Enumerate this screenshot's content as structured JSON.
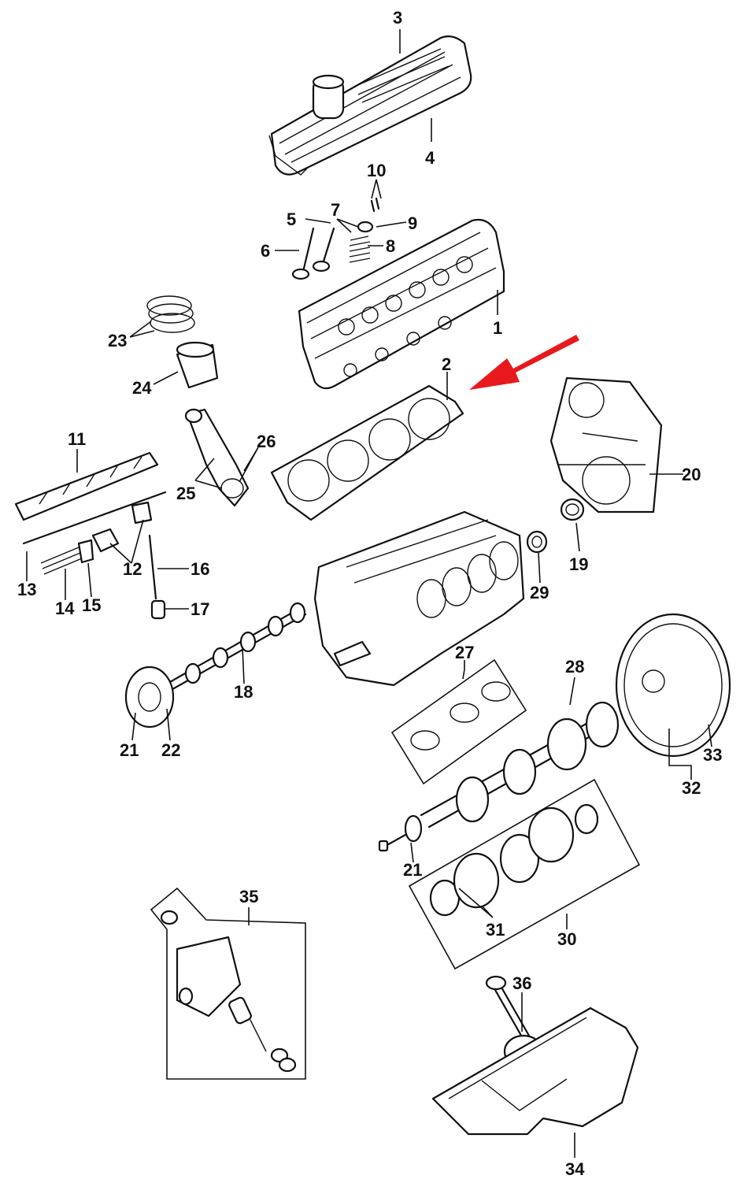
{
  "colors": {
    "line": "#111111",
    "arrow": "#e8191c",
    "background": "#ffffff"
  },
  "callouts": [
    {
      "id": "3",
      "text": "3"
    },
    {
      "id": "4",
      "text": "4"
    },
    {
      "id": "10",
      "text": "10"
    },
    {
      "id": "5",
      "text": "5"
    },
    {
      "id": "7",
      "text": "7"
    },
    {
      "id": "9",
      "text": "9"
    },
    {
      "id": "6",
      "text": "6"
    },
    {
      "id": "8",
      "text": "8"
    },
    {
      "id": "1",
      "text": "1"
    },
    {
      "id": "23",
      "text": "23"
    },
    {
      "id": "24",
      "text": "24"
    },
    {
      "id": "2",
      "text": "2"
    },
    {
      "id": "20",
      "text": "20"
    },
    {
      "id": "11",
      "text": "11"
    },
    {
      "id": "26",
      "text": "26"
    },
    {
      "id": "25",
      "text": "25"
    },
    {
      "id": "19",
      "text": "19"
    },
    {
      "id": "12",
      "text": "12"
    },
    {
      "id": "16",
      "text": "16"
    },
    {
      "id": "13",
      "text": "13"
    },
    {
      "id": "14",
      "text": "14"
    },
    {
      "id": "15",
      "text": "15"
    },
    {
      "id": "17",
      "text": "17"
    },
    {
      "id": "29",
      "text": "29"
    },
    {
      "id": "27",
      "text": "27"
    },
    {
      "id": "28",
      "text": "28"
    },
    {
      "id": "18",
      "text": "18"
    },
    {
      "id": "21a",
      "text": "21"
    },
    {
      "id": "22",
      "text": "22"
    },
    {
      "id": "33",
      "text": "33"
    },
    {
      "id": "32",
      "text": "32"
    },
    {
      "id": "21b",
      "text": "21"
    },
    {
      "id": "35",
      "text": "35"
    },
    {
      "id": "31",
      "text": "31"
    },
    {
      "id": "30",
      "text": "30"
    },
    {
      "id": "36",
      "text": "36"
    },
    {
      "id": "34",
      "text": "34"
    }
  ]
}
